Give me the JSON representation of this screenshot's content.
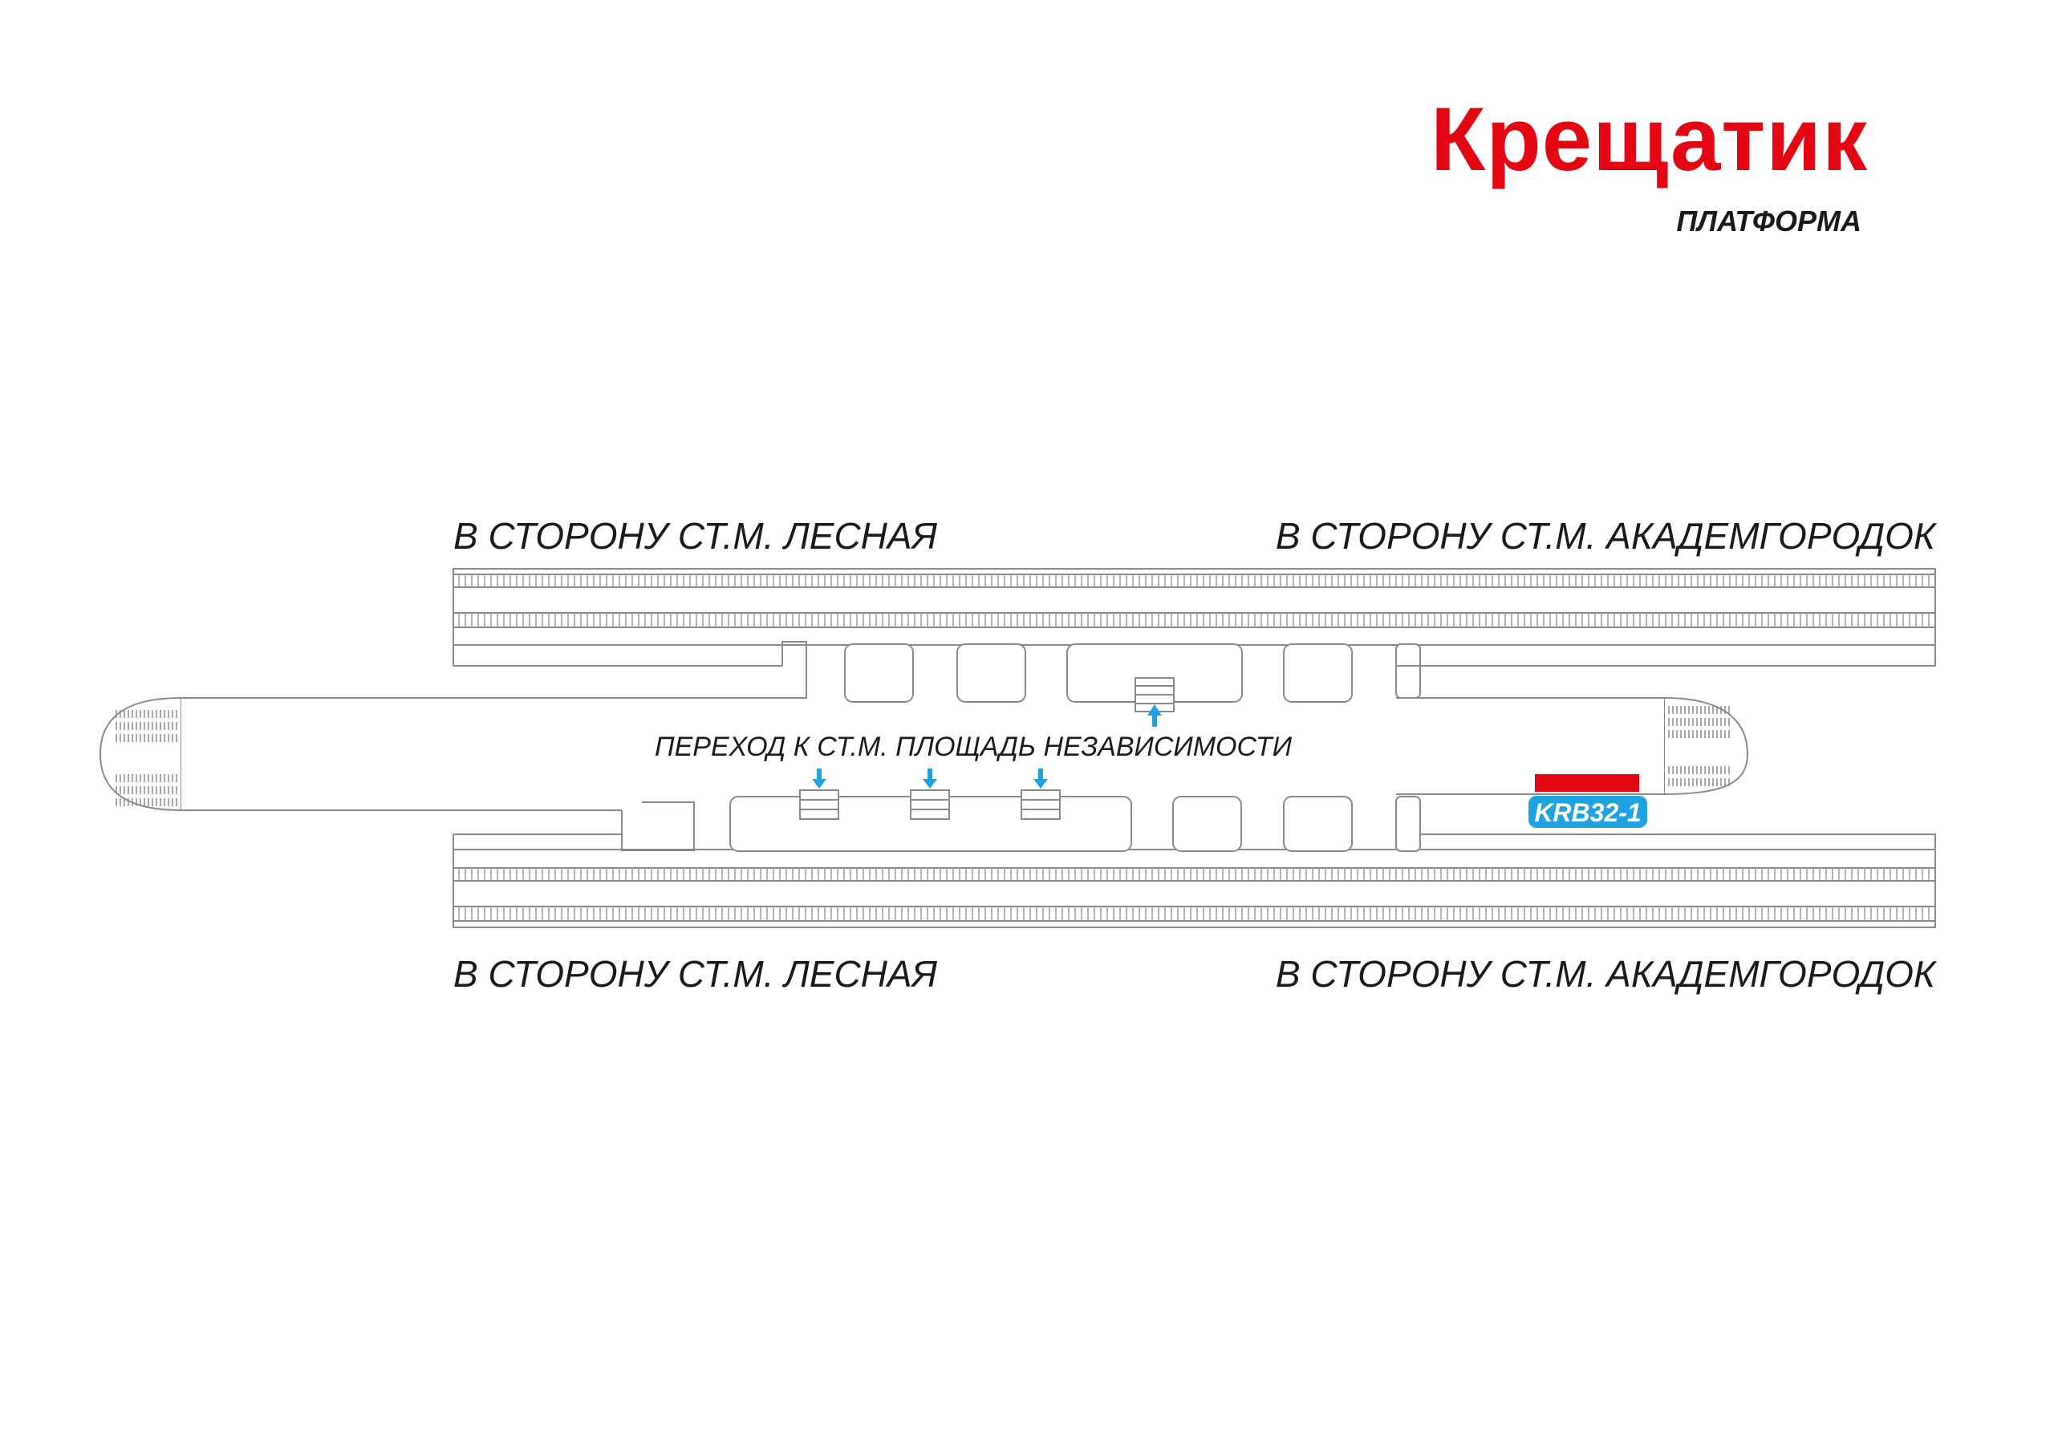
{
  "station": {
    "name": "Крещатик",
    "level": "ПЛАТФОРМА"
  },
  "directions": {
    "top_left": "В СТОРОНУ СТ.М. ЛЕСНАЯ",
    "top_right": "В СТОРОНУ СТ.М. АКАДЕМГОРОДОК",
    "bottom_left": "В СТОРОНУ СТ.М. ЛЕСНАЯ",
    "bottom_right": "В СТОРОНУ СТ.М. АКАДЕМГОРОДОК"
  },
  "transfer": {
    "label": "ПЕРЕХОД К СТ.М. ПЛОЩАДЬ НЕЗАВИСИМОСТИ"
  },
  "placement": {
    "code": "KRB32-1"
  },
  "colors": {
    "brand_red": "#e30613",
    "badge_blue": "#1fa3e0",
    "arrow_blue": "#1fa3e0",
    "outline": "#8a8a8a",
    "text": "#1a1a1a"
  },
  "icons": {
    "stairs": "stairs-icon",
    "arrow_up": "arrow-up-icon",
    "arrow_down": "arrow-down-icon"
  }
}
